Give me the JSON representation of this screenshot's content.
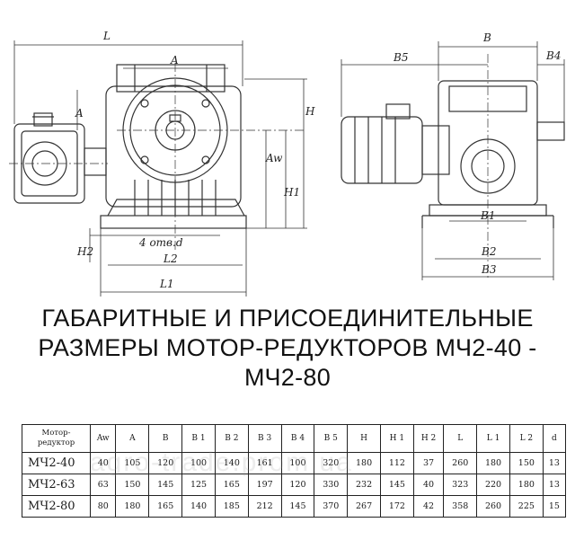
{
  "drawing": {
    "labels": {
      "L": "L",
      "A": "A",
      "H": "H",
      "Aw": "Aw",
      "H1": "H1",
      "H2": "H2",
      "L1": "L1",
      "L2": "L2",
      "holes": "4 отв.d",
      "B": "B",
      "B1": "B1",
      "B2": "B2",
      "B3": "B3",
      "B4": "B4",
      "B5": "B5"
    }
  },
  "heading": {
    "line1": "ГАБАРИТНЫЕ И ПРИСОЕДИНИТЕЛЬНЫЕ",
    "line2": "РАЗМЕРЫ МОТОР-РЕДУКТОРОВ МЧ2-40 -",
    "line3": "МЧ2-80"
  },
  "table": {
    "model_header_1": "Мотор-",
    "model_header_2": "редуктор",
    "columns": [
      "Aw",
      "A",
      "B",
      "B 1",
      "B 2",
      "B 3",
      "B 4",
      "B 5",
      "H",
      "H 1",
      "H 2",
      "L",
      "L 1",
      "L 2",
      "d"
    ],
    "rows": [
      {
        "model": "МЧ2-40",
        "values": [
          "40",
          "105",
          "120",
          "100",
          "140",
          "161",
          "100",
          "320",
          "180",
          "112",
          "37",
          "260",
          "180",
          "150",
          "13"
        ]
      },
      {
        "model": "МЧ2-63",
        "values": [
          "63",
          "150",
          "145",
          "125",
          "165",
          "197",
          "120",
          "330",
          "232",
          "145",
          "40",
          "323",
          "220",
          "180",
          "13"
        ]
      },
      {
        "model": "МЧ2-80",
        "values": [
          "80",
          "180",
          "165",
          "140",
          "185",
          "212",
          "145",
          "370",
          "267",
          "172",
          "42",
          "358",
          "260",
          "225",
          "15"
        ]
      }
    ]
  },
  "watermark": "agro-trade.prom.ua"
}
